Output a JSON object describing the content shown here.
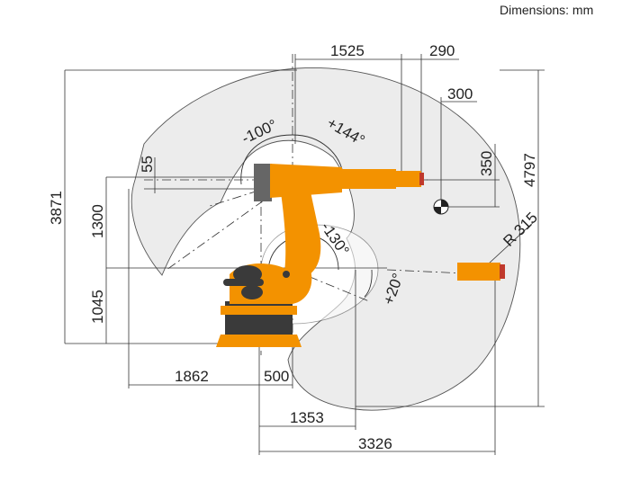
{
  "header": {
    "units_note": "Dimensions: mm"
  },
  "dimensions": {
    "reach_top_horizontal": "1525",
    "wrist_offset": "290",
    "flange_offset": "300",
    "flange_vertical": "350",
    "total_height": "4797",
    "envelope_height": "3871",
    "arm_height": "1300",
    "base_height": "1045",
    "small_offset": "55",
    "rear_reach": "1862",
    "base_offset": "500",
    "lower_reach": "1353",
    "max_reach": "3326",
    "radius": "R 315"
  },
  "angles": {
    "axis2_min": "-100°",
    "axis2_max": "+144°",
    "axis3_min": "-130°",
    "axis3_max": "+20°"
  },
  "colors": {
    "robot": "#f39200",
    "envelope": "#ececec",
    "dark": "#3a3a3a"
  }
}
